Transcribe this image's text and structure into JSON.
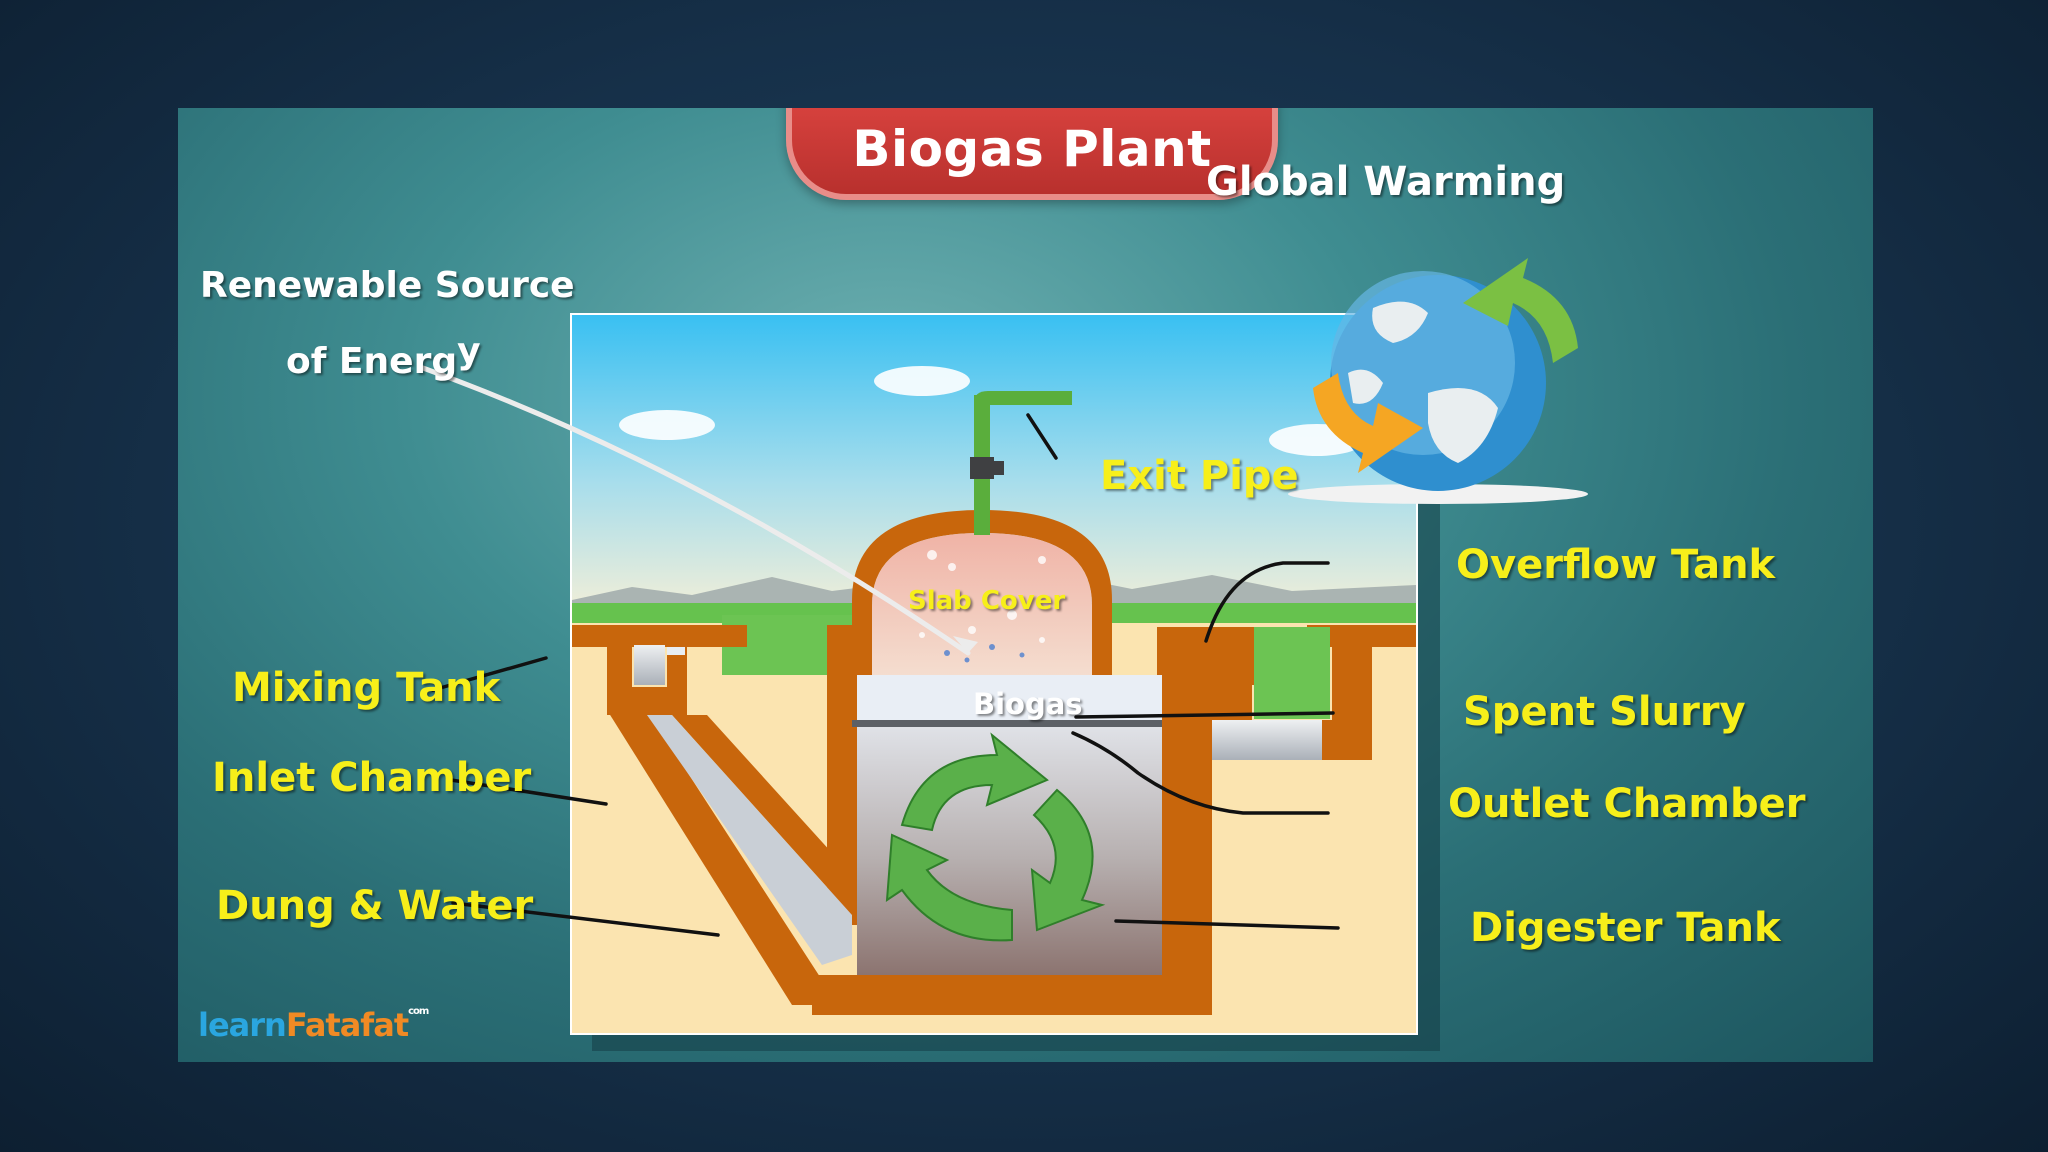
{
  "title": "Biogas Plant",
  "side_labels": {
    "global_warming": "Global Warming",
    "renewable_line1": "Renewable Source",
    "renewable_line2": "of Energ",
    "renewable_y": "y"
  },
  "parts": {
    "exit_pipe": "Exit Pipe",
    "slab_cover": "Slab Cover",
    "biogas": "Biogas",
    "overflow_tank": "Overflow Tank",
    "mixing_tank": "Mixing Tank",
    "spent_slurry": "Spent Slurry",
    "inlet_chamber": "Inlet Chamber",
    "outlet_chamber": "Outlet Chamber",
    "dung_water": "Dung & Water",
    "digester_tank": "Digester Tank"
  },
  "logo": {
    "learn": "learn",
    "fatafat": "Fatafat",
    "tm": "com"
  },
  "colors": {
    "label_yellow": "#f7ef1a",
    "banner_red": "#c93633",
    "brick_orange": "#c8660c",
    "recycle_green": "#5ab04a"
  }
}
